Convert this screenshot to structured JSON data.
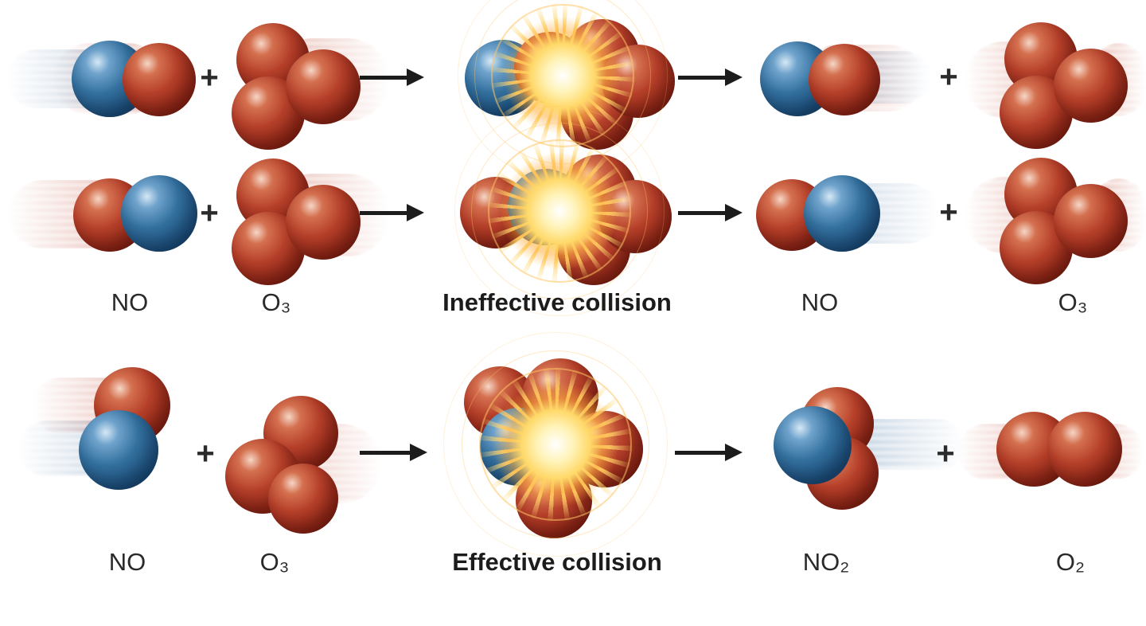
{
  "figure": {
    "background_color": "#ffffff",
    "colors": {
      "nitrogen_atom": "#2f6b9e",
      "oxygen_atom": "#b6402a",
      "collision_flash": "#ffd96a",
      "arrow": "#1c1c1c",
      "label_text": "#2a2a2a"
    },
    "symbols": {
      "plus": "+",
      "arrow_right": "→"
    },
    "ineffective": {
      "reactant1": "NO",
      "reactant2": "O₃",
      "collision": "Ineffective collision",
      "product1": "NO",
      "product2": "O₃"
    },
    "effective": {
      "reactant1": "NO",
      "reactant2": "O₃",
      "collision": "Effective collision",
      "product1": "NO₂",
      "product2": "O₂"
    }
  }
}
